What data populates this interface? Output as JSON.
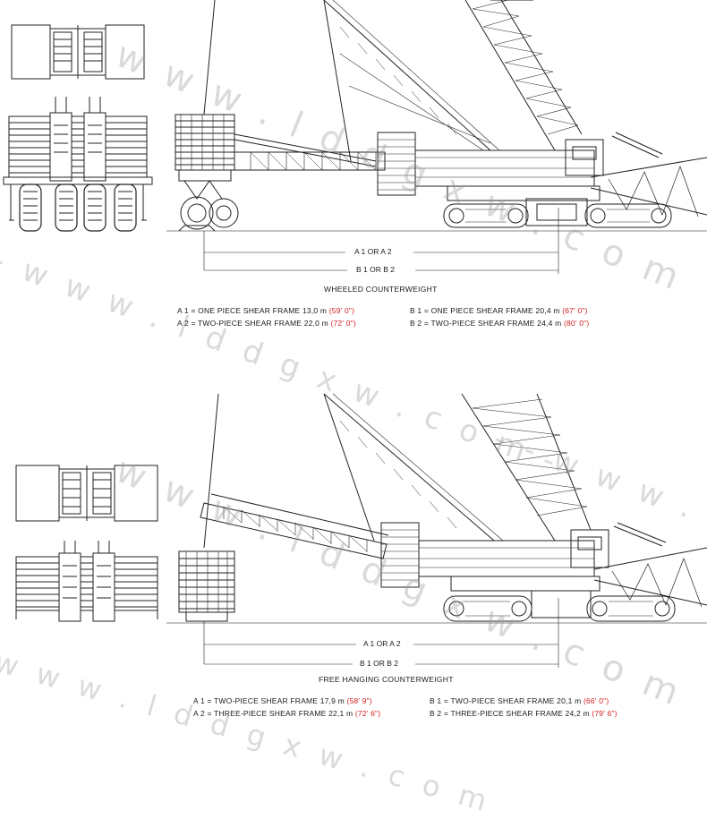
{
  "watermarks": [
    "w w w . l d d g x w . c o m",
    "- w w w . l d d g x w . c o m -",
    "w w w . l d d g x w . c o m",
    "- - w w w . l d d",
    "w w w . l d d g x w . c o m"
  ],
  "colors": {
    "line": "#222222",
    "red": "#d42020",
    "ground": "#888888"
  },
  "top": {
    "title": "WHEELED COUNTERWEIGHT",
    "dimA": "A 1 OR A 2",
    "dimB": "B 1 OR B 2",
    "a1_text": "A 1 = ONE PIECE SHEAR FRAME 13,0 m",
    "a1_val": "(59' 0\")",
    "a2_text": "A 2 = TWO-PIECE SHEAR FRAME 22,0 m",
    "a2_val": "(72' 0\")",
    "b1_text": "B 1 = ONE PIECE SHEAR FRAME 20,4 m",
    "b1_val": "(67' 0\")",
    "b2_text": "B 2 = TWO-PIECE SHEAR FRAME 24,4 m",
    "b2_val": "(80' 0\")"
  },
  "bottom": {
    "title": "FREE HANGING COUNTERWEIGHT",
    "dimA": "A 1 OR A 2",
    "dimB": "B 1 OR B 2",
    "a1_text": "A 1 = TWO-PIECE SHEAR FRAME 17,9 m",
    "a1_val": "(58' 9\")",
    "a2_text": "A 2 = THREE-PIECE SHEAR FRAME 22,1 m",
    "a2_val": "(72' 6\")",
    "b1_text": "B 1 = TWO-PIECE SHEAR FRAME 20,1 m",
    "b1_val": "(66' 0\")",
    "b2_text": "B 2 = THREE-PIECE SHEAR FRAME 24,2 m",
    "b2_val": "(79' 6\")"
  }
}
